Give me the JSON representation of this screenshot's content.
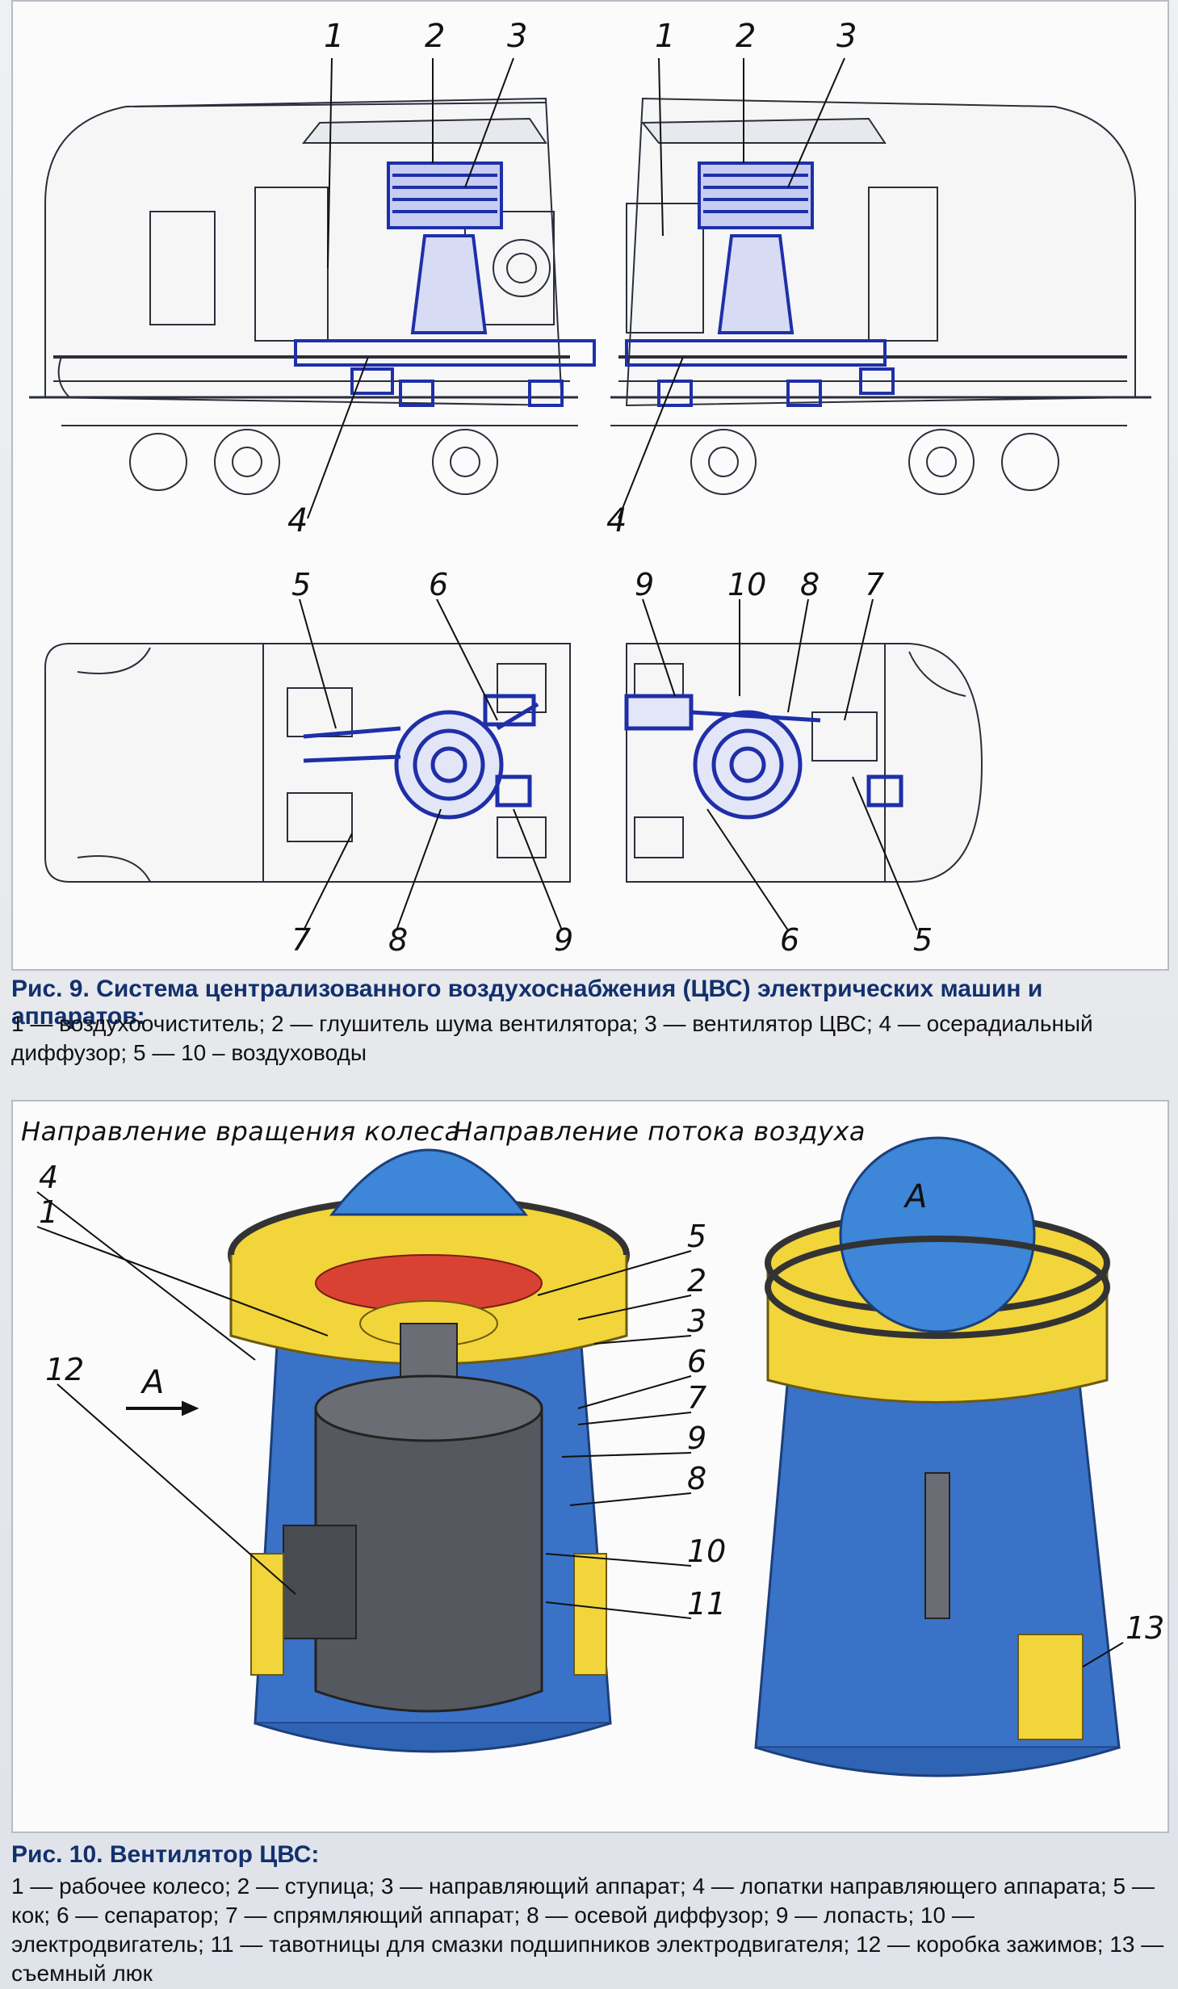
{
  "figure9": {
    "callouts_top_left": [
      "1",
      "2",
      "3"
    ],
    "callouts_top_right": [
      "1",
      "2",
      "3"
    ],
    "callout_4_left": "4",
    "callout_4_right": "4",
    "callouts_bottom_left_top": [
      "5",
      "6"
    ],
    "callouts_bottom_right_top": [
      "9",
      "10",
      "8",
      "7"
    ],
    "callouts_bottom_left_bottom": [
      "7",
      "8",
      "9"
    ],
    "callouts_bottom_right_bottom": [
      "6",
      "5"
    ],
    "caption_title": "Рис. 9. Система централизованного воздухоснабжения (ЦВС) электрических машин и аппаратов:",
    "caption_text": "1 — воздухоочиститель; 2 — глушитель шума вентилятора; 3 — вентилятор ЦВС; 4 — осерадиальный диффузор; 5 — 10 – воздуховоды"
  },
  "figure10": {
    "direction_rotation": "Направление вращения колеса",
    "direction_flow": "Направление потока воздуха",
    "view_label_left": "А",
    "view_label_right": "А",
    "callouts_left": [
      "4",
      "1",
      "12"
    ],
    "callouts_right": [
      "5",
      "2",
      "3",
      "6",
      "7",
      "9",
      "8",
      "10",
      "11"
    ],
    "callout_13": "13",
    "caption_title": "Рис. 10. Вентилятор ЦВС:",
    "caption_text": "1 — рабочее колесо; 2 — ступица; 3 — направляющий аппарат; 4 — лопатки направляющего аппарата; 5 — кок; 6 — сепаратор; 7 — спрямляющий аппарат; 8 — осевой диффузор; 9 — лопасть; 10 — электродвигатель; 11 — тавотницы для смазки подшипников электродвигателя; 12 — коробка зажимов; 13 — съемный люк"
  },
  "colors": {
    "drawing_line": "#2a2f3a",
    "duct_blue": "#1f2fa8",
    "fan_blue": "#3a72c8",
    "fan_yellow": "#f1d53a",
    "motor_grey": "#55585e",
    "caption_blue": "#13306e"
  }
}
